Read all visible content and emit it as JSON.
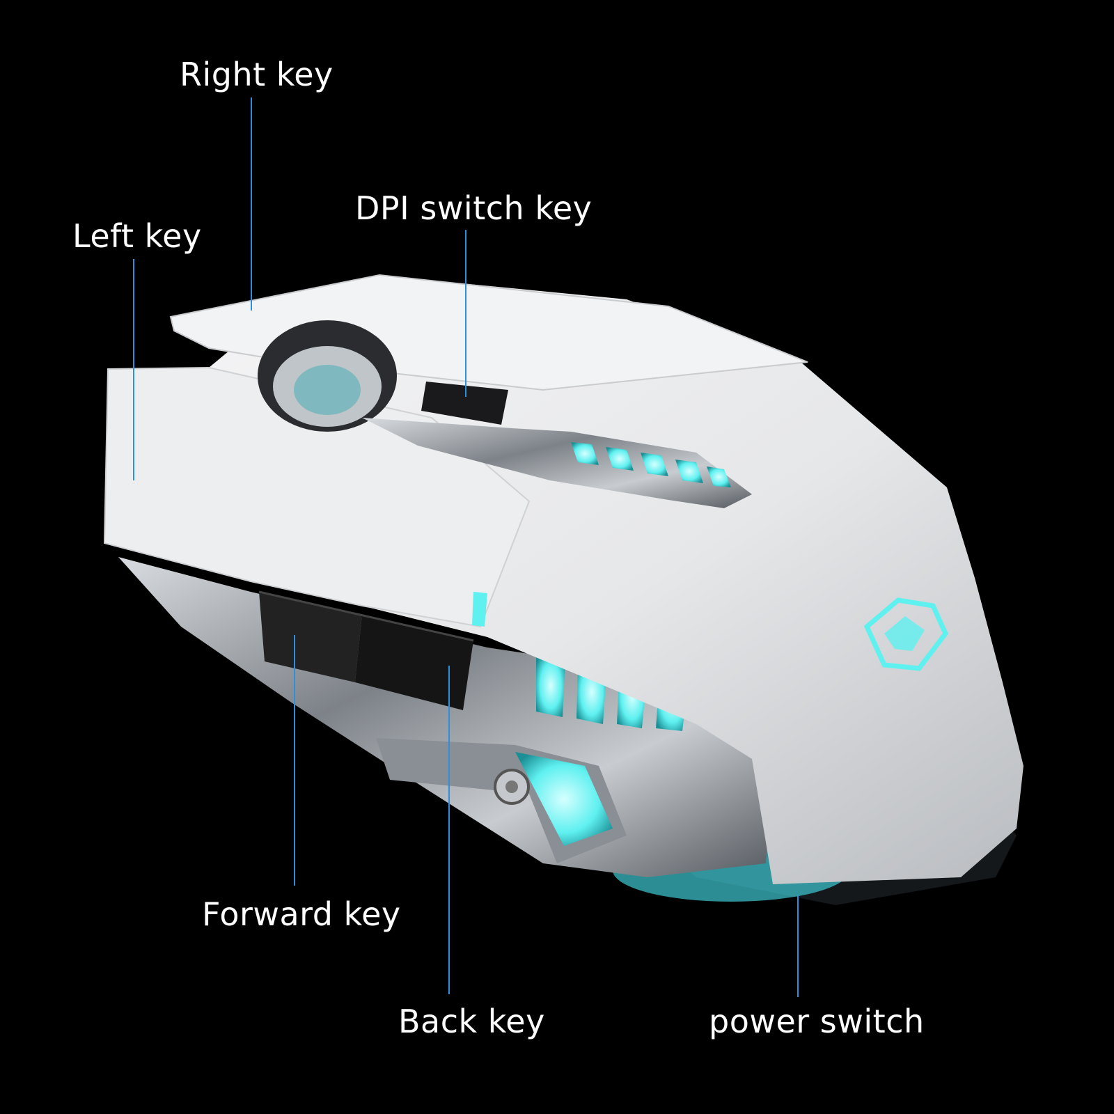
{
  "image": {
    "subject": "mouse-photo",
    "colors": {
      "background": "#000000",
      "shell": "#ecedee",
      "chrome": "#9ea3a8",
      "glow": "#5ff0f0",
      "leader_line": "#2d8fe0",
      "label_text": "#ffffff"
    }
  },
  "callouts": [
    {
      "id": "right",
      "text": "Right key"
    },
    {
      "id": "dpi",
      "text": "DPI switch key"
    },
    {
      "id": "left",
      "text": "Left key"
    },
    {
      "id": "forward",
      "text": "Forward key"
    },
    {
      "id": "back",
      "text": "Back key"
    },
    {
      "id": "power",
      "text": "power switch"
    }
  ]
}
